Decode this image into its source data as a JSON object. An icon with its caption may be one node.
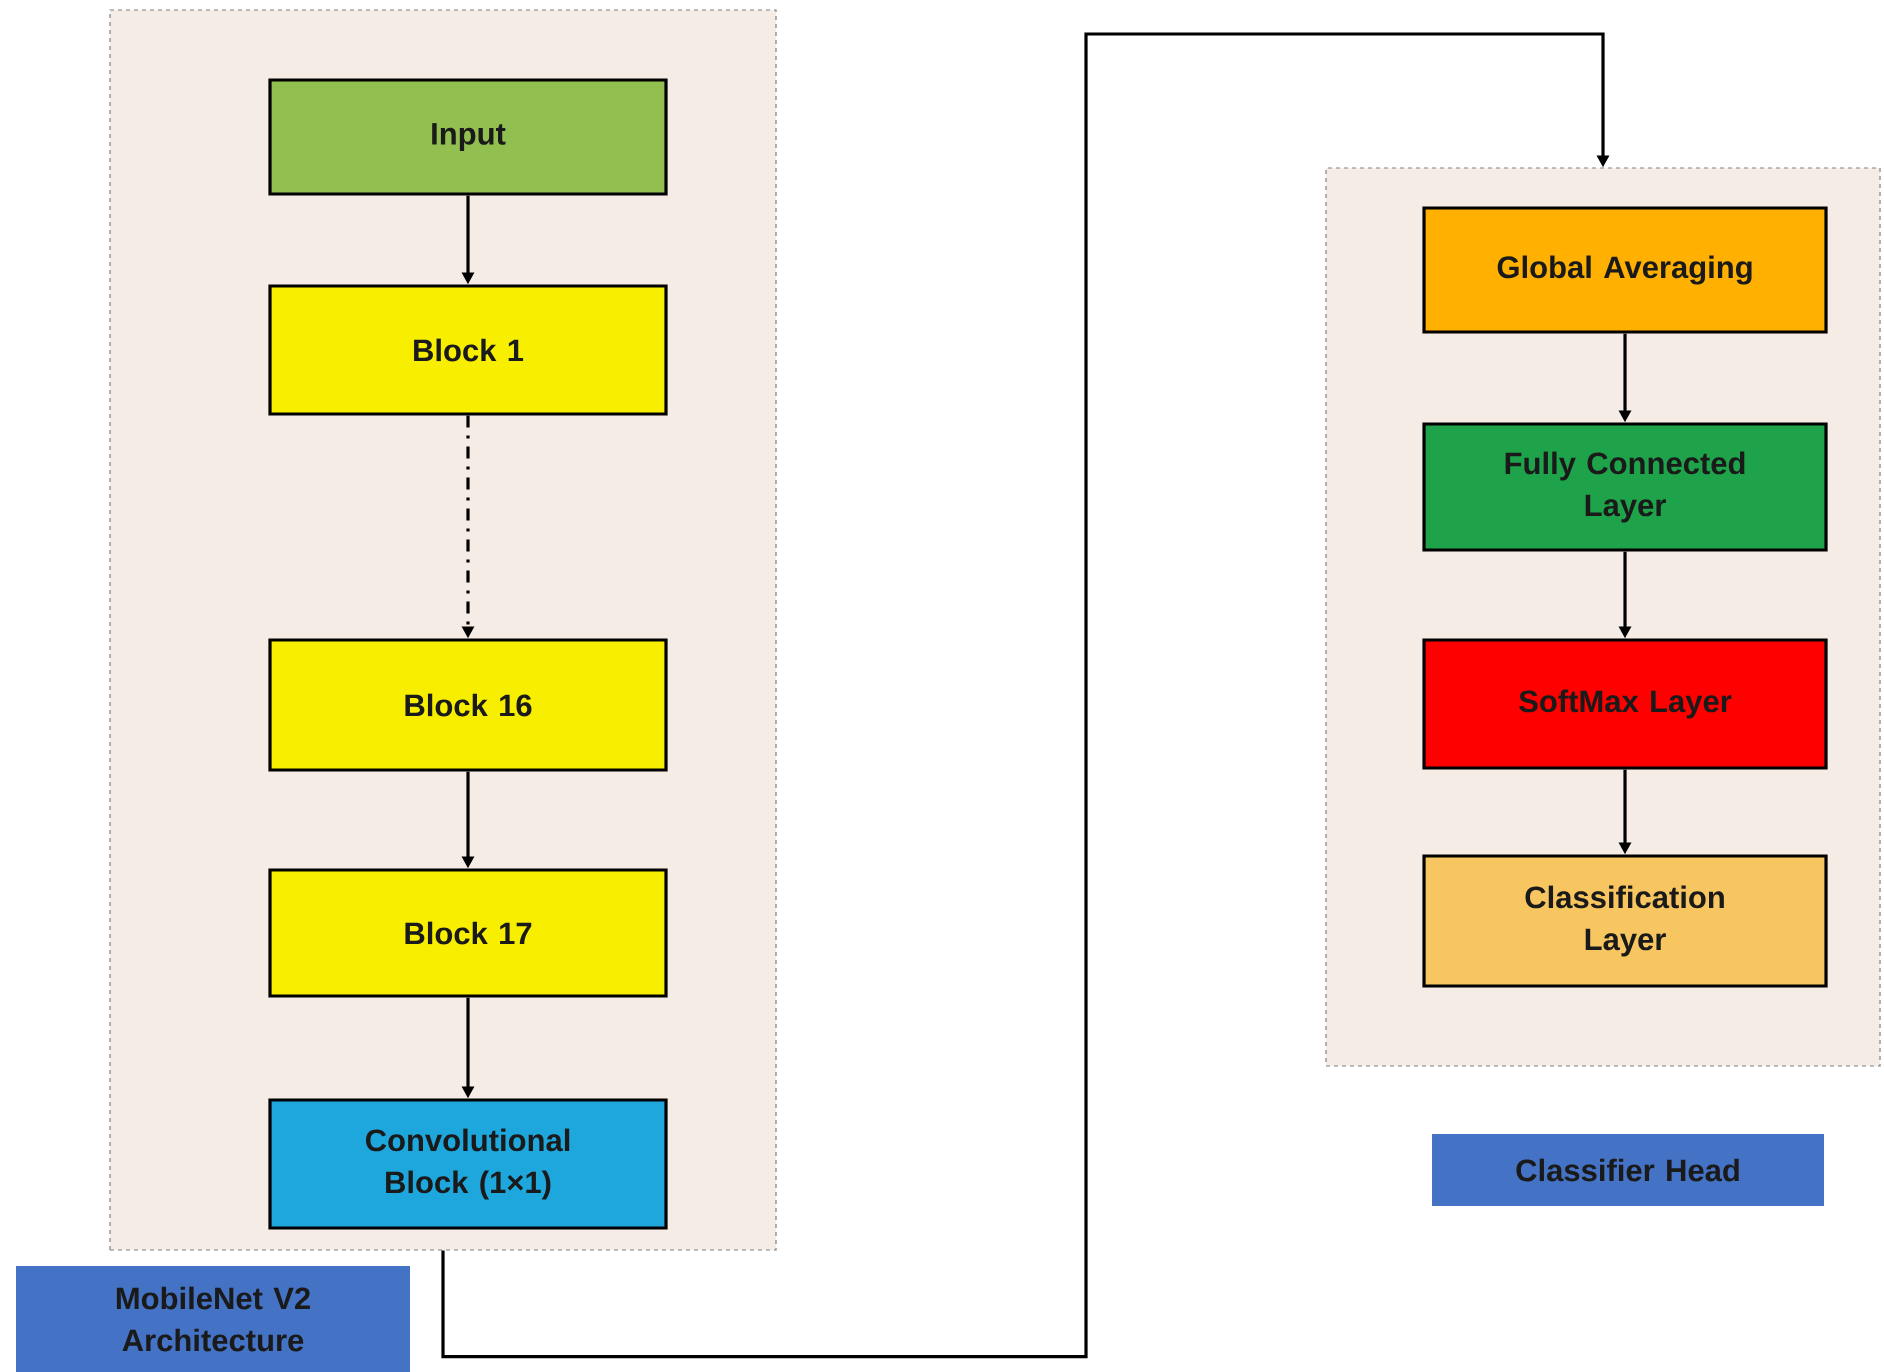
{
  "diagram": {
    "nodes": [
      {
        "text": [],
        "shape": "box"
      },
      {
        "text": [
          "Input"
        ],
        "in": 0
      },
      {
        "text": [
          "Block 1"
        ],
        "in": 0
      },
      {
        "text": [
          "Block 16"
        ],
        "in": 0
      },
      {
        "text": [
          "Block 17"
        ],
        "in": 0
      },
      {
        "text": [
          "Convolutional Block (1×1)"
        ],
        "in": 0
      },
      {
        "text": [
          "MobileNet V2 Architecture"
        ]
      },
      {
        "text": [],
        "shape": "box"
      },
      {
        "text": [
          "Global Averaging"
        ],
        "in": 7
      },
      {
        "text": [
          "Fully Connected Layer"
        ],
        "in": 7
      },
      {
        "text": [
          "SoftMax Layer"
        ],
        "in": 7
      },
      {
        "text": [
          "Classification Layer"
        ],
        "in": 7
      },
      {
        "text": [
          "Classifier Head"
        ]
      }
    ],
    "edges": [
      {
        "from": 1,
        "to": 2,
        "arrow": "to"
      },
      {
        "from": 2,
        "to": 3,
        "arrow": "to",
        "style": "dashed"
      },
      {
        "from": 3,
        "to": 4,
        "arrow": "to"
      },
      {
        "from": 4,
        "to": 5,
        "arrow": "to"
      },
      {
        "from": 0,
        "to": 7,
        "arrow": "to"
      },
      {
        "from": 8,
        "to": 9,
        "arrow": "to"
      },
      {
        "from": 9,
        "to": 10,
        "arrow": "to"
      },
      {
        "from": 10,
        "to": 11,
        "arrow": "to"
      }
    ]
  }
}
